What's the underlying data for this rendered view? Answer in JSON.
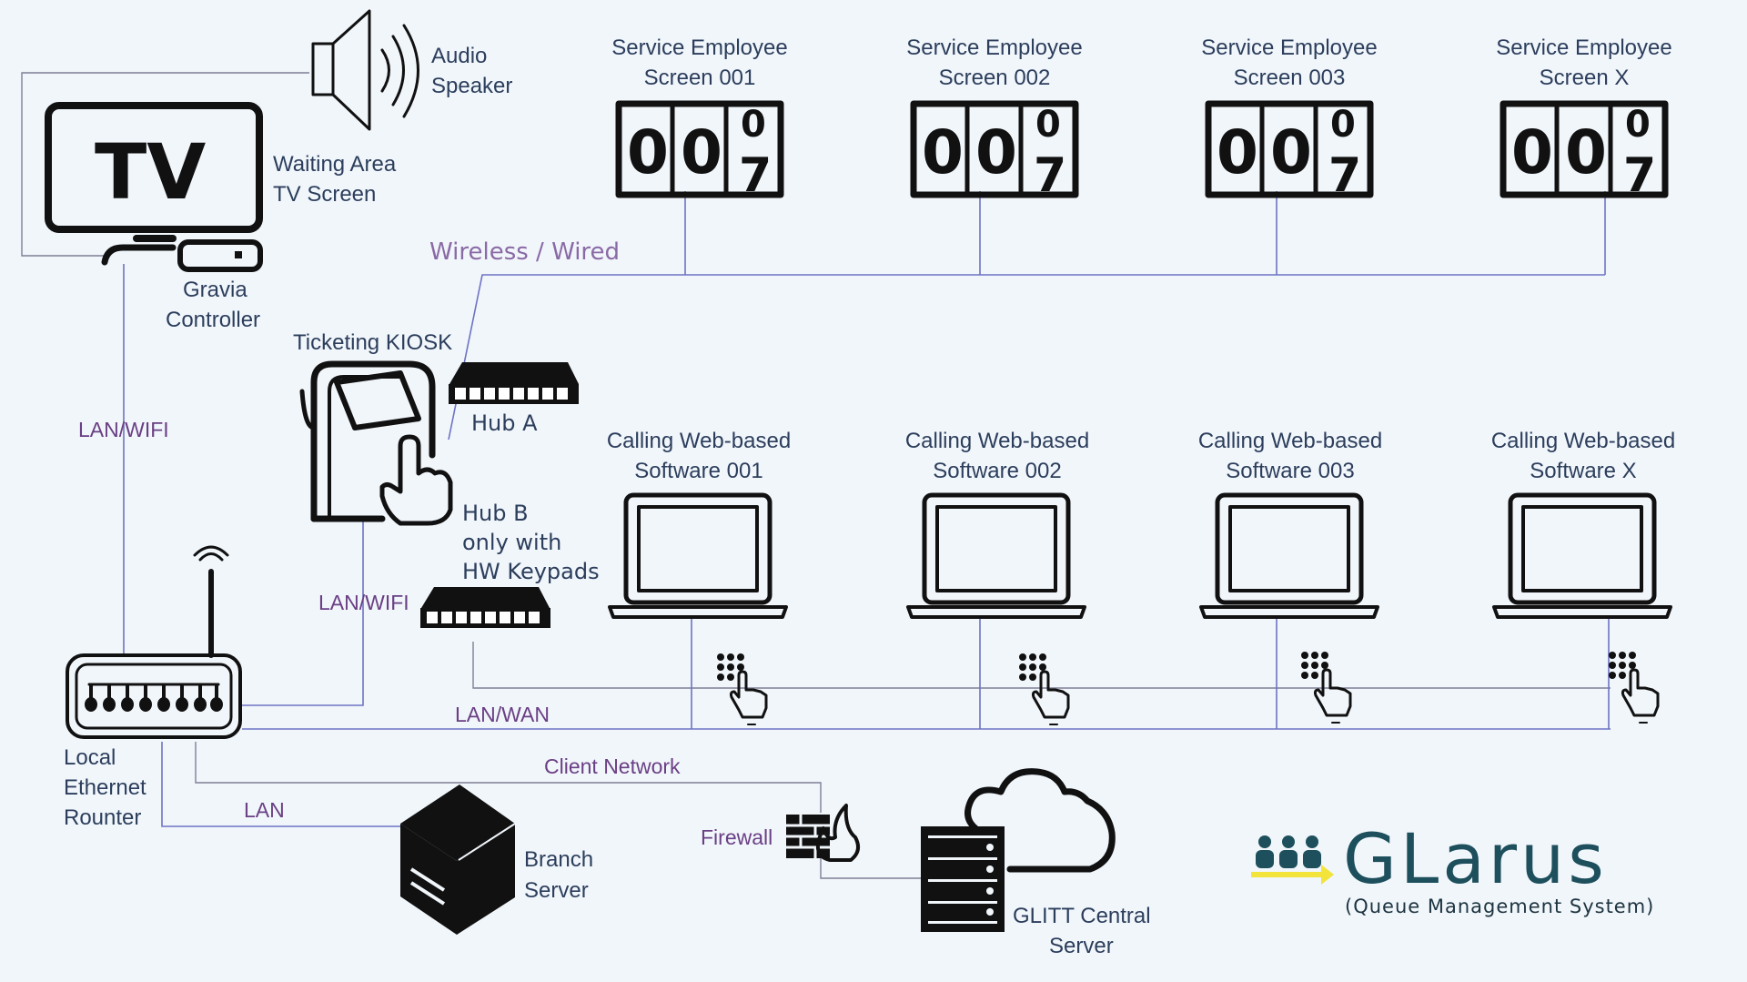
{
  "labels": {
    "audio_speaker": [
      "Audio",
      "Speaker"
    ],
    "tv_screen": [
      "Waiting Area",
      "TV Screen"
    ],
    "gravia": [
      "Gravia",
      "Controller"
    ],
    "kiosk": "Ticketing KIOSK",
    "hub_a": "Hub A",
    "hub_b": [
      "Hub B",
      "only with",
      "HW Keypads"
    ],
    "wireless": "Wireless / Wired",
    "lan_wifi_1": "LAN/WIFI",
    "lan_wifi_2": "LAN/WIFI",
    "lan_wan": "LAN/WAN",
    "client_network": "Client Network",
    "lan": "LAN",
    "firewall": "Firewall",
    "router": [
      "Local",
      "Ethernet",
      "Rounter"
    ],
    "branch_server": [
      "Branch",
      "Server"
    ],
    "central_server": [
      "GLITT Central",
      "Server"
    ]
  },
  "tv_text": "TV",
  "service_screens": [
    {
      "title": [
        "Service Employee",
        "Screen 001"
      ],
      "digits": [
        "0",
        "0",
        "0",
        "7"
      ]
    },
    {
      "title": [
        "Service Employee",
        "Screen 002"
      ],
      "digits": [
        "0",
        "0",
        "0",
        "7"
      ]
    },
    {
      "title": [
        "Service Employee",
        "Screen 003"
      ],
      "digits": [
        "0",
        "0",
        "0",
        "7"
      ]
    },
    {
      "title": [
        "Service Employee",
        "Screen X"
      ],
      "digits": [
        "0",
        "0",
        "0",
        "7"
      ]
    }
  ],
  "calling_software": [
    {
      "title": [
        "Calling Web-based",
        "Software 001"
      ]
    },
    {
      "title": [
        "Calling Web-based",
        "Software 002"
      ]
    },
    {
      "title": [
        "Calling Web-based",
        "Software 003"
      ]
    },
    {
      "title": [
        "Calling Web-based",
        "Software X"
      ]
    }
  ],
  "brand": {
    "name": "GLarus",
    "subtitle": "(Queue Management System)",
    "colors": {
      "text": "#1d4f5c",
      "arrow": "#f2e43a"
    }
  },
  "icons": [
    "speaker-icon",
    "tv-icon",
    "controller-icon",
    "kiosk-icon",
    "hub-icon",
    "router-icon",
    "server-icon",
    "firewall-icon",
    "cloud-server-icon",
    "laptop-icon",
    "keypad-icon",
    "people-icon"
  ]
}
